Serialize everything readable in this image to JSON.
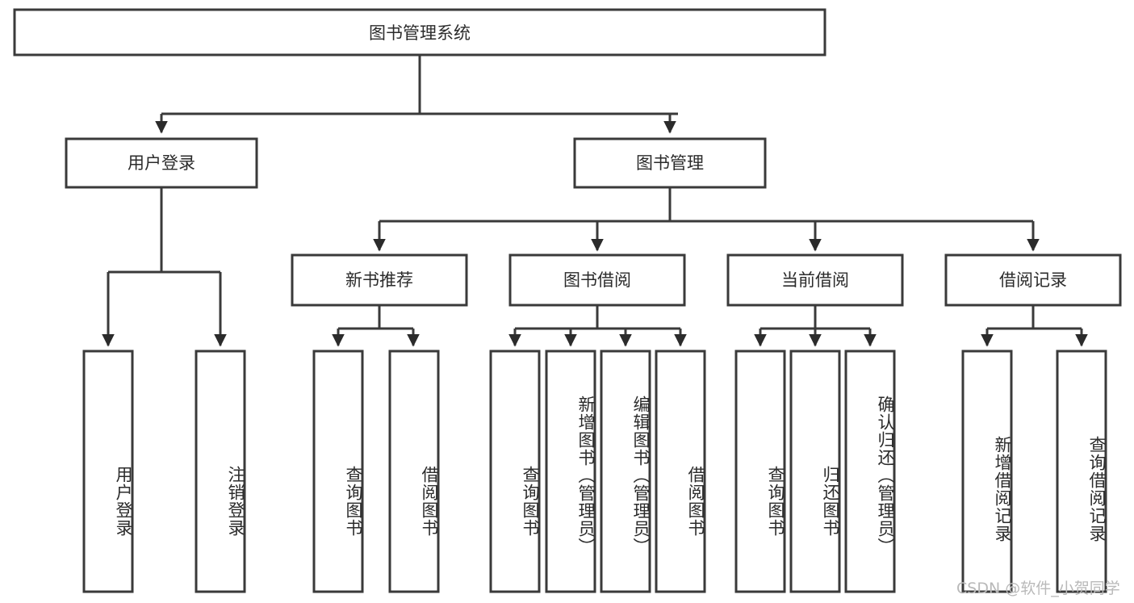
{
  "diagram": {
    "type": "tree-hierarchy",
    "title": "图书管理系统",
    "colors": {
      "box_stroke": "#3a3a3a",
      "box_fill": "#ffffff",
      "connector": "#3a3a3a",
      "arrow": "#2b2b2b",
      "text": "#2b2b2b",
      "watermark": "#b9b9b9",
      "background": "#ffffff"
    },
    "root": {
      "label": "图书管理系统"
    },
    "level2": [
      {
        "label": "用户登录"
      },
      {
        "label": "图书管理"
      }
    ],
    "level3": [
      {
        "label": "新书推荐"
      },
      {
        "label": "图书借阅"
      },
      {
        "label": "当前借阅"
      },
      {
        "label": "借阅记录"
      }
    ],
    "leaves": {
      "user_login": [
        {
          "label": "用户登录"
        },
        {
          "label": "注销登录"
        }
      ],
      "new_book_recommend": [
        {
          "label": "查询图书"
        },
        {
          "label": "借阅图书"
        }
      ],
      "book_borrow": [
        {
          "label": "查询图书"
        },
        {
          "label": "新增图书（管理员）"
        },
        {
          "label": "编辑图书（管理员）"
        },
        {
          "label": "借阅图书"
        }
      ],
      "current_borrow": [
        {
          "label": "查询图书"
        },
        {
          "label": "归还图书"
        },
        {
          "label": "确认归还（管理员）"
        }
      ],
      "borrow_records": [
        {
          "label": "新增借阅记录"
        },
        {
          "label": "查询借阅记录"
        }
      ]
    }
  },
  "watermark": {
    "text": "CSDN @软件_小贺同学"
  }
}
